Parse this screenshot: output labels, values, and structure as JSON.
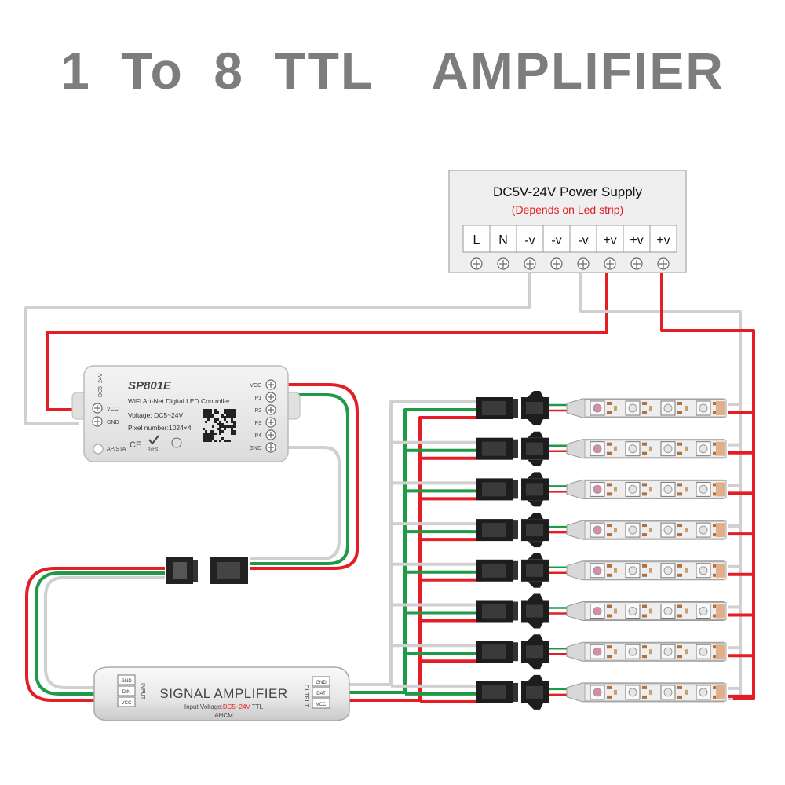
{
  "title": "1 To 8 TTL  AMPLIFIER",
  "power_supply": {
    "title": "DC5V-24V Power Supply",
    "note": "(Depends on Led strip)",
    "terminals": [
      "L",
      "N",
      "-v",
      "-v",
      "-v",
      "+v",
      "+v",
      "+v"
    ]
  },
  "controller": {
    "model": "SP801E",
    "subtitle": "WiFi Art-Net Digital LED Controller",
    "voltage": "Voltage: DC5~24V",
    "pixels": "Pixel number:1024×4",
    "input_label": "DC5~24V",
    "left_pins": [
      "VCC",
      "GND"
    ],
    "apsta": "AP/STA",
    "right_pins": [
      "VCC",
      "P1",
      "P2",
      "P3",
      "P4",
      "GND"
    ],
    "cert_ce": "CE",
    "cert_rohs": "RoHS"
  },
  "amplifier": {
    "label": "SIGNAL AMPLIFIER",
    "voltage_prefix": "Input Voltage:",
    "voltage_value": "DC5~24V",
    "voltage_suffix": " TTL",
    "model": "AHCM",
    "input_label": "INPUT",
    "output_label": "OUTPUT",
    "input_pins": [
      "GND",
      "DIN",
      "VCC"
    ],
    "output_pins": [
      "GND",
      "DAT",
      "VCC"
    ]
  },
  "strips": {
    "count": 8
  },
  "colors": {
    "title": "#7d7d7d",
    "wire_red": "#e31e24",
    "wire_green": "#1f9a48",
    "wire_white": "#d0d0d0",
    "note_red": "#e31e24"
  }
}
